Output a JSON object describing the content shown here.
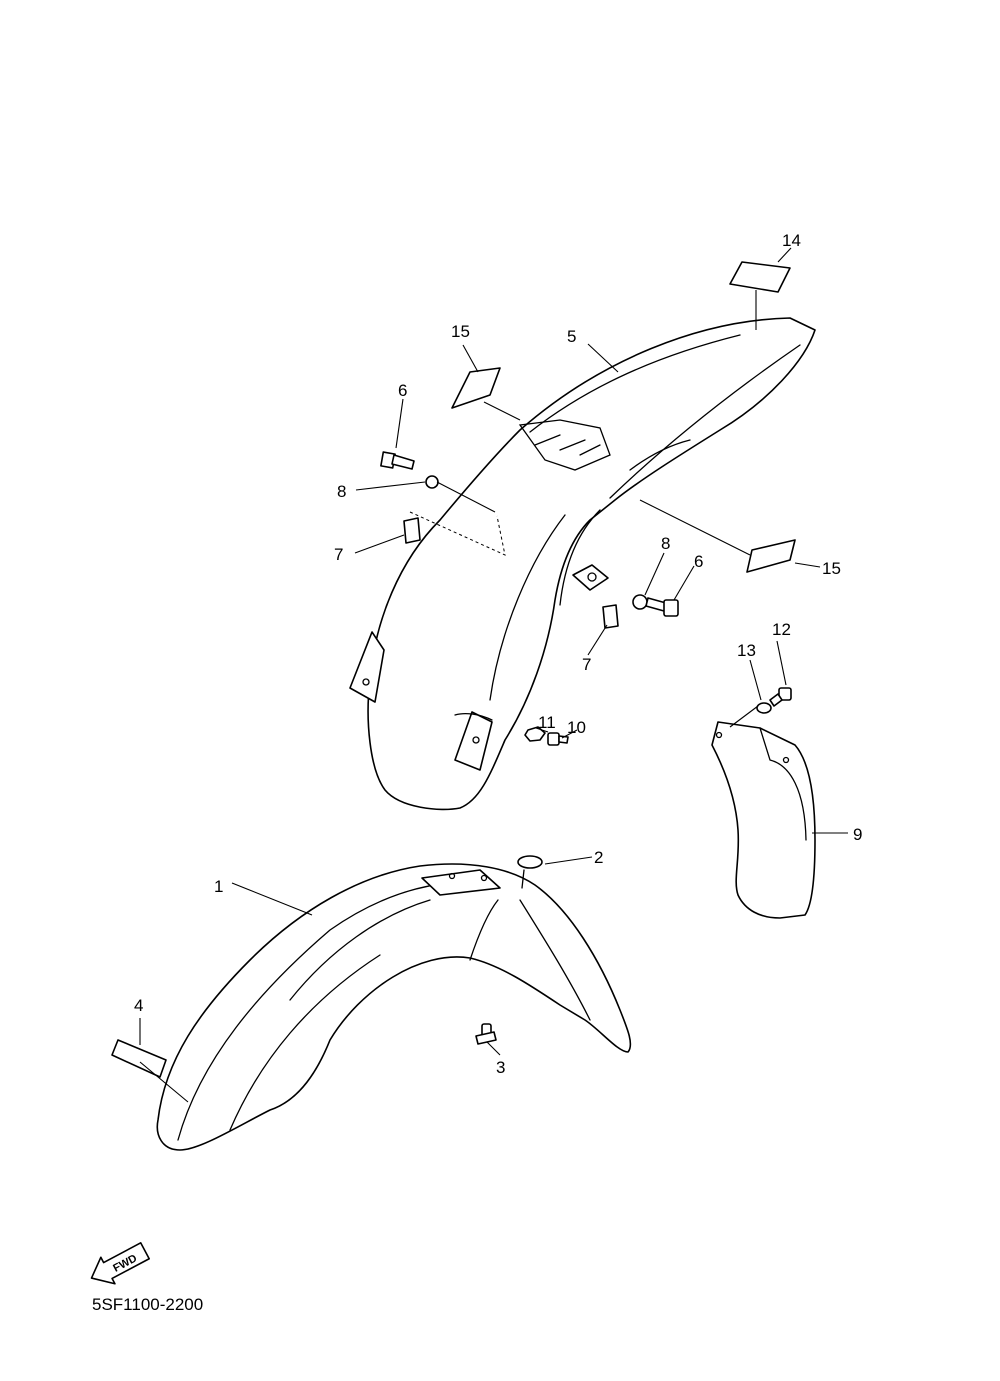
{
  "callouts": {
    "c1": "1",
    "c2": "2",
    "c3": "3",
    "c4": "4",
    "c5": "5",
    "c6a": "6",
    "c6b": "6",
    "c7a": "7",
    "c7b": "7",
    "c8a": "8",
    "c8b": "8",
    "c9": "9",
    "c10": "10",
    "c11": "11",
    "c12": "12",
    "c13": "13",
    "c14": "14",
    "c15a": "15",
    "c15b": "15"
  },
  "fwd_label": "FWD",
  "drawing_code": "5SF1100-2200"
}
